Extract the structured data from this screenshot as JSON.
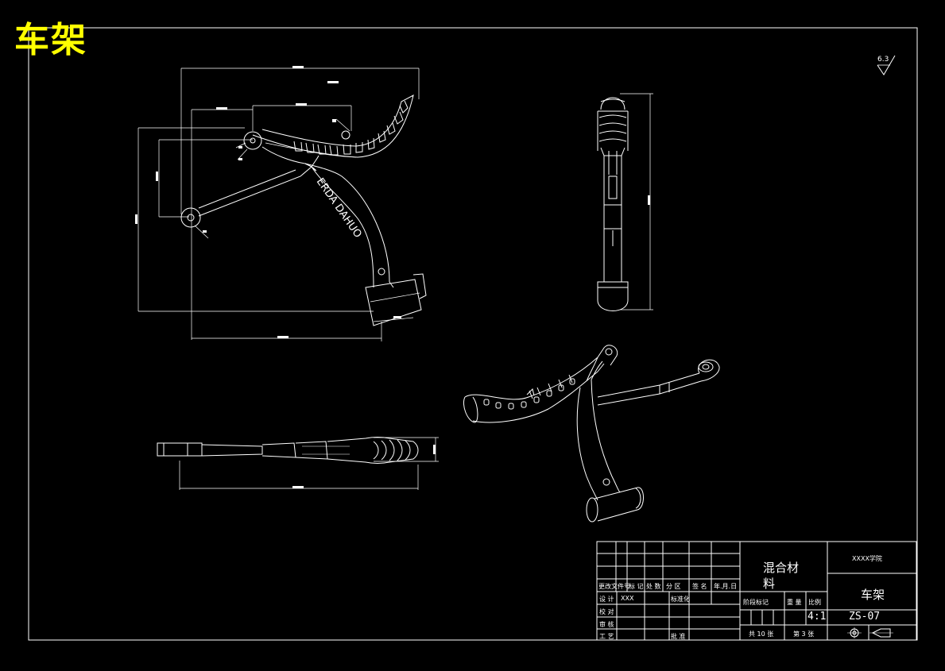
{
  "drawing": {
    "title": "车架",
    "surface_roughness": "6.3",
    "engraved_text": "ERDA DAHUO",
    "colors": {
      "background": "#000000",
      "lines": "#ffffff",
      "title": "#ffff00"
    }
  },
  "title_block": {
    "material_line1": "混合材",
    "material_line2": "料",
    "school": "XXXX学院",
    "part_name": "车架",
    "scale_ratio": "4:1",
    "drawing_number": "ZS-07",
    "total_sheets": "共 10 张",
    "sheet_number": "第 3 张",
    "row_labels": {
      "revision_header": "更改文件号",
      "marker": "标 记",
      "count": "处 数",
      "zone": "分 区",
      "signature": "签 名",
      "date": "年.月.日",
      "design": "设 计",
      "designer": "XXX",
      "standardization": "标准化",
      "proofread": "校 对",
      "review": "审 核",
      "process": "工 艺",
      "approve": "批 准",
      "stage_marks": "阶段标记",
      "weight": "重 量",
      "scale": "比例"
    }
  }
}
